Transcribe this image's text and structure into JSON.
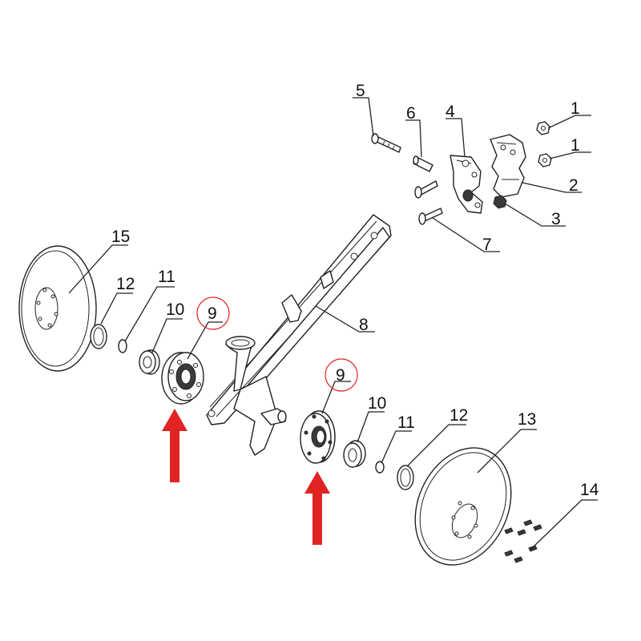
{
  "diagram": {
    "callouts": [
      {
        "id": "c1a",
        "text": "1"
      },
      {
        "id": "c1b",
        "text": "1"
      },
      {
        "id": "c2",
        "text": "2"
      },
      {
        "id": "c3",
        "text": "3"
      },
      {
        "id": "c4",
        "text": "4"
      },
      {
        "id": "c5",
        "text": "5"
      },
      {
        "id": "c6",
        "text": "6"
      },
      {
        "id": "c7",
        "text": "7"
      },
      {
        "id": "c8",
        "text": "8"
      },
      {
        "id": "c9a",
        "text": "9"
      },
      {
        "id": "c9b",
        "text": "9"
      },
      {
        "id": "c10a",
        "text": "10"
      },
      {
        "id": "c10b",
        "text": "10"
      },
      {
        "id": "c11a",
        "text": "11"
      },
      {
        "id": "c11b",
        "text": "11"
      },
      {
        "id": "c12a",
        "text": "12"
      },
      {
        "id": "c12b",
        "text": "12"
      },
      {
        "id": "c13",
        "text": "13"
      },
      {
        "id": "c14",
        "text": "14"
      },
      {
        "id": "c15",
        "text": "15"
      }
    ],
    "highlight_color": "#e02424",
    "line_color": "#222222"
  }
}
